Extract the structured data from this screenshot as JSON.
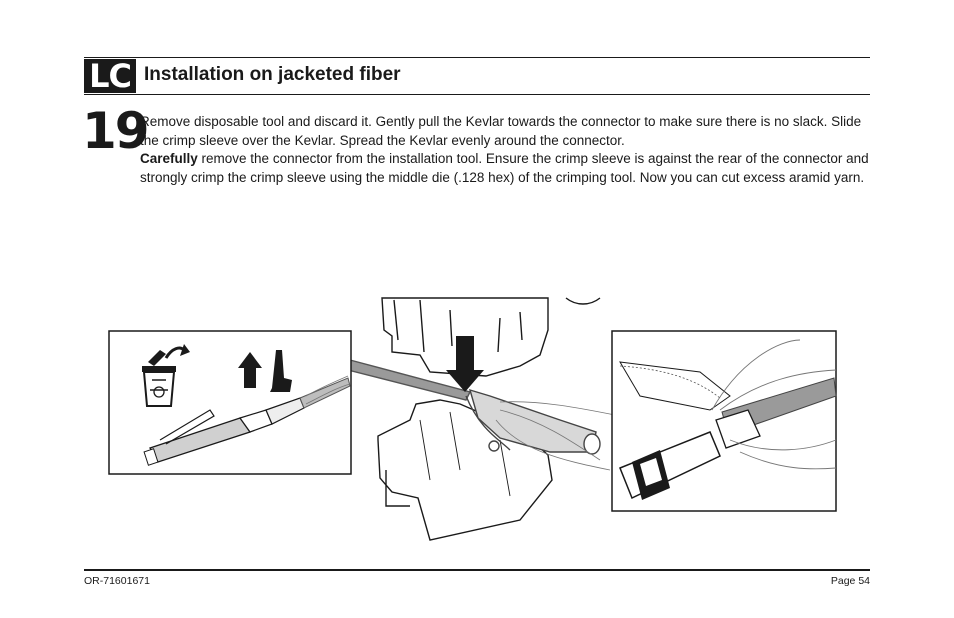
{
  "header": {
    "badge": "LC",
    "title": "Installation on jacketed fiber"
  },
  "step": {
    "number": "19",
    "line1": "Remove disposable tool and discard it. Gently pull the Kevlar towards the connector to make sure there is no slack. Slide the crimp sleeve over the Kevlar. Spread the Kevlar evenly around the connector.",
    "bold_lead": "Carefully",
    "line2": " remove the connector from the installation tool. Ensure the crimp sleeve is against the rear of the connector and strongly crimp the crimp sleeve using the middle die (.128 hex) of the crimping tool. Now you can cut excess aramid yarn."
  },
  "footer": {
    "doc_id": "OR-71601671",
    "page": "Page 54"
  },
  "icons": [
    "trash-can-icon",
    "pull-arrow-icon",
    "press-down-arrow-icon"
  ]
}
